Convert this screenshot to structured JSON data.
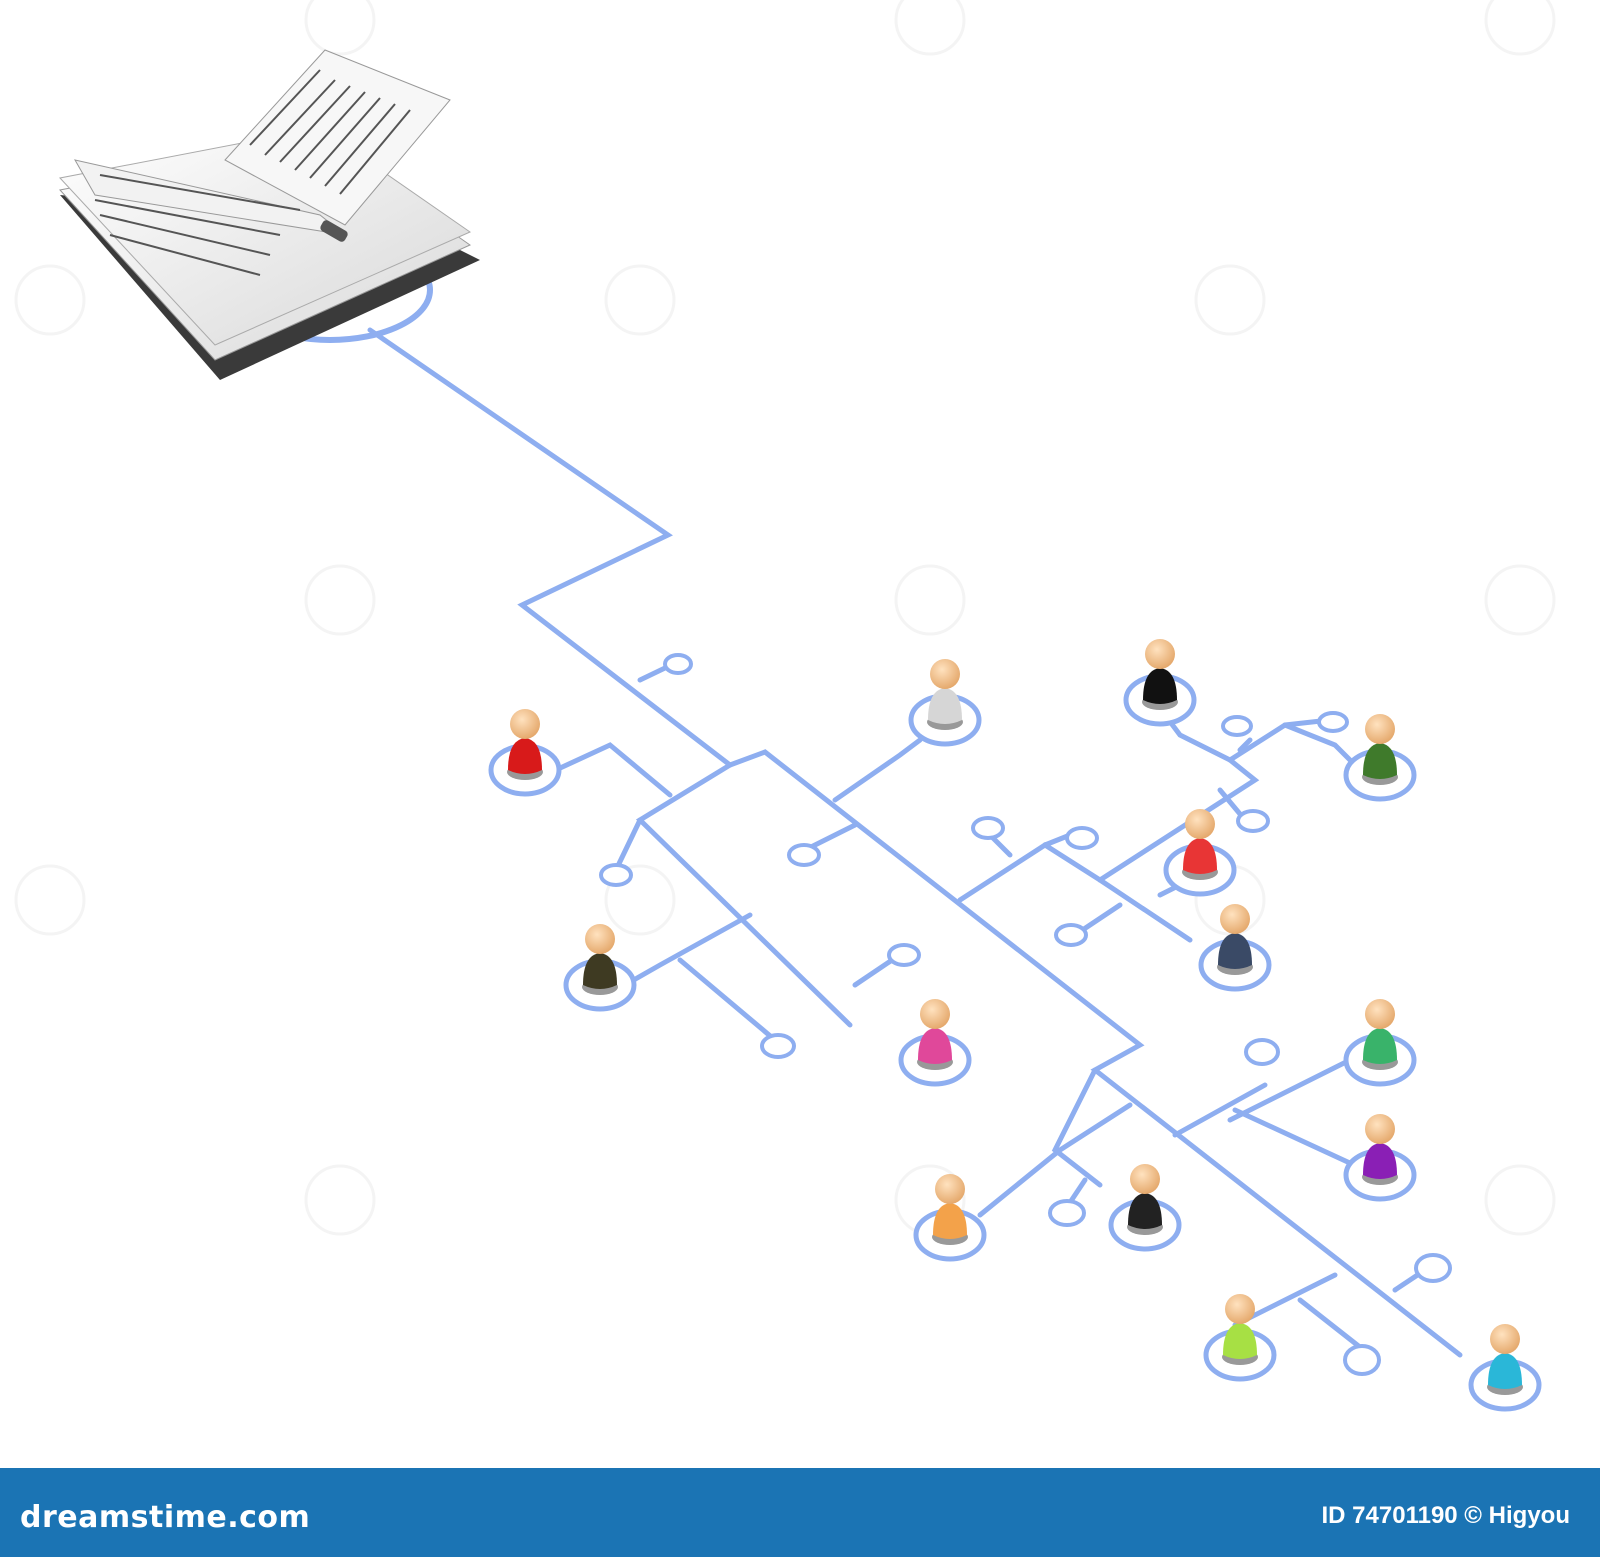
{
  "footer": {
    "logo_text": "dreamstime.com",
    "credit": "ID 74701190 © Higyou"
  },
  "colors": {
    "line": "#8eaef0",
    "line_fill": "#dbe6ff",
    "footer_bg": "#1b74b4"
  },
  "scene": {
    "binder": {
      "icon": "ring-binder-document-icon"
    },
    "figures": [
      {
        "name": "figure-red"
      },
      {
        "name": "figure-grey"
      },
      {
        "name": "figure-skull"
      },
      {
        "name": "figure-camo"
      },
      {
        "name": "figure-floral"
      },
      {
        "name": "figure-denim"
      },
      {
        "name": "figure-brown"
      },
      {
        "name": "figure-pink-pattern"
      },
      {
        "name": "figure-green"
      },
      {
        "name": "figure-purple"
      },
      {
        "name": "figure-orange"
      },
      {
        "name": "figure-striped"
      },
      {
        "name": "figure-lime"
      },
      {
        "name": "figure-cyan"
      }
    ]
  }
}
